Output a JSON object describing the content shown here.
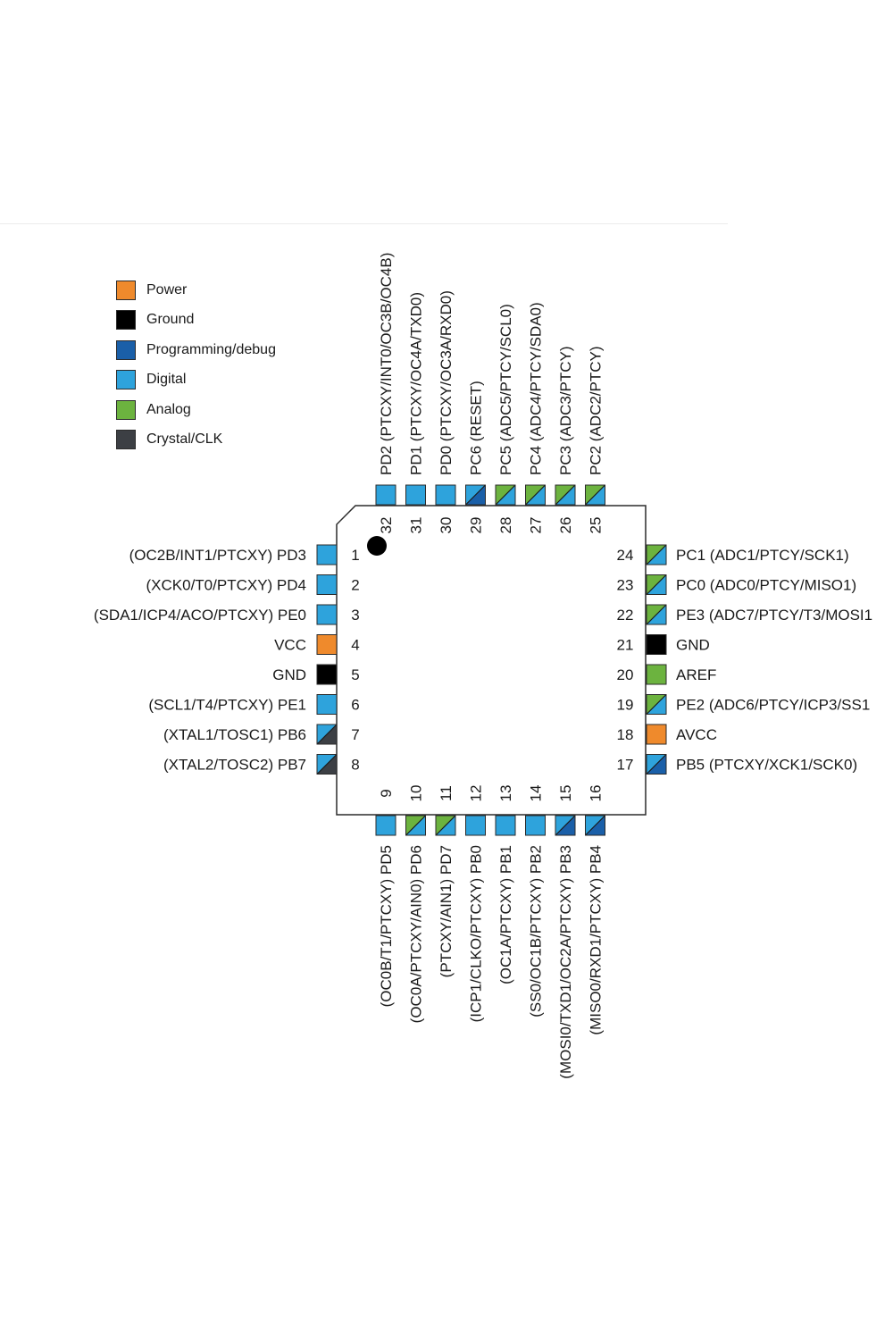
{
  "legend": [
    {
      "label": "Power",
      "color": "#ef8a2c"
    },
    {
      "label": "Ground",
      "color": "#000000"
    },
    {
      "label": "Programming/debug",
      "color": "#1a5fa8"
    },
    {
      "label": "Digital",
      "color": "#2ea3dc"
    },
    {
      "label": "Analog",
      "color": "#6cb33f"
    },
    {
      "label": "Crystal/CLK",
      "color": "#3c3f44"
    }
  ],
  "pins": {
    "left": [
      {
        "num": "1",
        "label": "(OC2B/INT1/PTCXY) PD3",
        "types": [
          "digital"
        ]
      },
      {
        "num": "2",
        "label": "(XCK0/T0/PTCXY) PD4",
        "types": [
          "digital"
        ]
      },
      {
        "num": "3",
        "label": "(SDA1/ICP4/ACO/PTCXY) PE0",
        "types": [
          "digital"
        ]
      },
      {
        "num": "4",
        "label": "VCC",
        "types": [
          "power"
        ]
      },
      {
        "num": "5",
        "label": "GND",
        "types": [
          "ground"
        ]
      },
      {
        "num": "6",
        "label": "(SCL1/T4/PTCXY) PE1",
        "types": [
          "digital"
        ]
      },
      {
        "num": "7",
        "label": "(XTAL1/TOSC1) PB6",
        "types": [
          "digital",
          "crystal"
        ]
      },
      {
        "num": "8",
        "label": "(XTAL2/TOSC2) PB7",
        "types": [
          "digital",
          "crystal"
        ]
      }
    ],
    "right": [
      {
        "num": "24",
        "label": "PC1 (ADC1/PTCY/SCK1)",
        "types": [
          "analog",
          "digital"
        ]
      },
      {
        "num": "23",
        "label": "PC0 (ADC0/PTCY/MISO1)",
        "types": [
          "analog",
          "digital"
        ]
      },
      {
        "num": "22",
        "label": "PE3 (ADC7/PTCY/T3/MOSI1",
        "types": [
          "analog",
          "digital"
        ]
      },
      {
        "num": "21",
        "label": "GND",
        "types": [
          "ground"
        ]
      },
      {
        "num": "20",
        "label": "AREF",
        "types": [
          "analog"
        ]
      },
      {
        "num": "19",
        "label": "PE2 (ADC6/PTCY/ICP3/SS1",
        "types": [
          "analog",
          "digital"
        ]
      },
      {
        "num": "18",
        "label": "AVCC",
        "types": [
          "power"
        ]
      },
      {
        "num": "17",
        "label": "PB5 (PTCXY/XCK1/SCK0)",
        "types": [
          "digital",
          "programming"
        ]
      }
    ],
    "bottom": [
      {
        "num": "9",
        "label": "(OC0B/T1/PTCXY) PD5",
        "types": [
          "digital"
        ]
      },
      {
        "num": "10",
        "label": "(OC0A/PTCXY/AIN0) PD6",
        "types": [
          "analog",
          "digital"
        ]
      },
      {
        "num": "11",
        "label": "(PTCXY/AIN1) PD7",
        "types": [
          "analog",
          "digital"
        ]
      },
      {
        "num": "12",
        "label": "(ICP1/CLKO/PTCXY) PB0",
        "types": [
          "digital"
        ]
      },
      {
        "num": "13",
        "label": "(OC1A/PTCXY) PB1",
        "types": [
          "digital"
        ]
      },
      {
        "num": "14",
        "label": "(SS0/OC1B/PTCXY) PB2",
        "types": [
          "digital"
        ]
      },
      {
        "num": "15",
        "label": "(MOSI0/TXD1/OC2A/PTCXY) PB3",
        "types": [
          "digital",
          "programming"
        ]
      },
      {
        "num": "16",
        "label": "(MISO0/RXD1/PTCXY) PB4",
        "types": [
          "digital",
          "programming"
        ]
      }
    ],
    "top": [
      {
        "num": "32",
        "label": "PD2 (PTCXY/INT0/OC3B/OC4B)",
        "types": [
          "digital"
        ]
      },
      {
        "num": "31",
        "label": "PD1 (PTCXY/OC4A/TXD0)",
        "types": [
          "digital"
        ]
      },
      {
        "num": "30",
        "label": "PD0 (PTCXY/OC3A/RXD0)",
        "types": [
          "digital"
        ]
      },
      {
        "num": "29",
        "label": "PC6 (RESET)",
        "types": [
          "digital",
          "programming"
        ]
      },
      {
        "num": "28",
        "label": "PC5 (ADC5/PTCY/SCL0)",
        "types": [
          "analog",
          "digital"
        ]
      },
      {
        "num": "27",
        "label": "PC4 (ADC4/PTCY/SDA0)",
        "types": [
          "analog",
          "digital"
        ]
      },
      {
        "num": "26",
        "label": "PC3 (ADC3/PTCY)",
        "types": [
          "analog",
          "digital"
        ]
      },
      {
        "num": "25",
        "label": "PC2 (ADC2/PTCY)",
        "types": [
          "analog",
          "digital"
        ]
      }
    ]
  },
  "colors": {
    "power": "#ef8a2c",
    "ground": "#000000",
    "programming": "#1a5fa8",
    "digital": "#2ea3dc",
    "analog": "#6cb33f",
    "crystal": "#3c3f44",
    "outline": "#2b2b2b"
  }
}
